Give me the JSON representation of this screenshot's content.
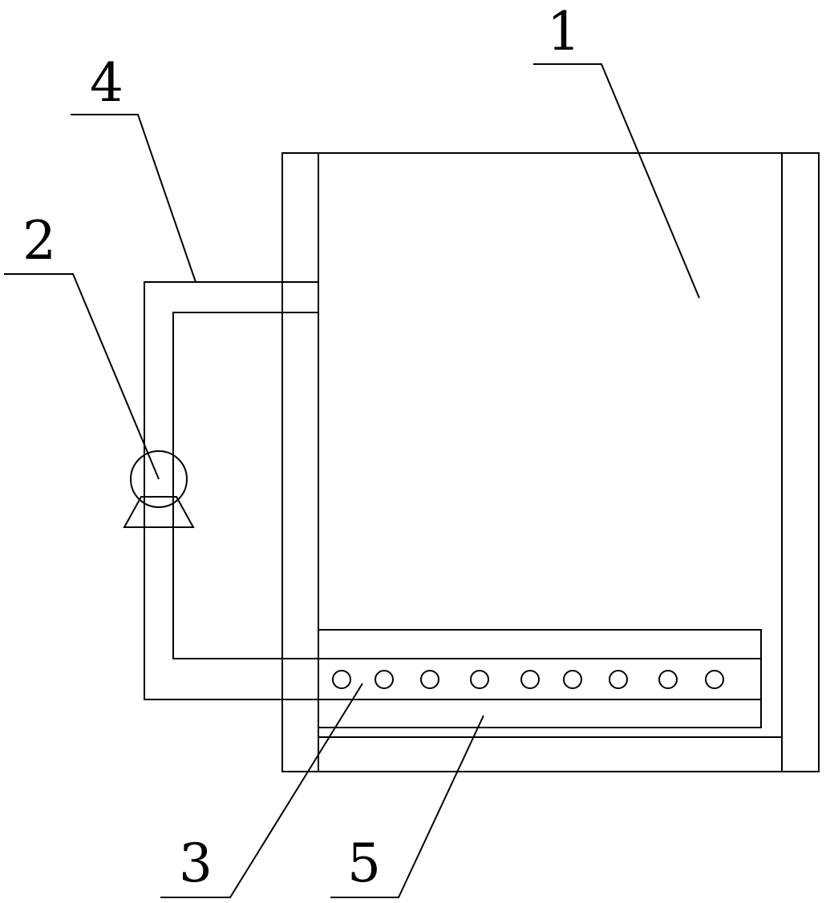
{
  "labels": {
    "tank": "1",
    "pump": "2",
    "aeration_pipe": "3",
    "pipeline": "4",
    "plate": "5"
  },
  "colors": {
    "line": "#000000",
    "background": "#ffffff"
  },
  "aeration_hole_count": 9
}
